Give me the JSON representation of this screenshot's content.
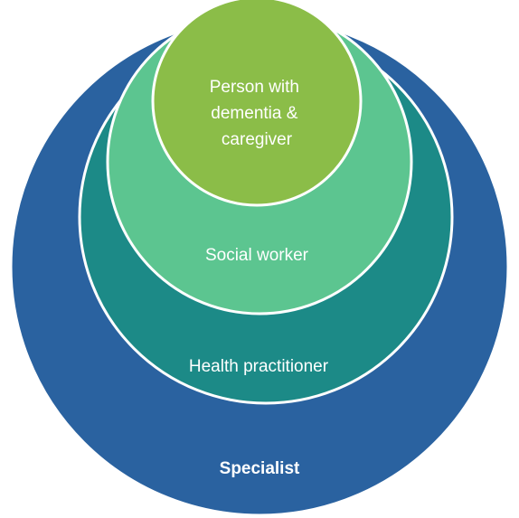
{
  "diagram": {
    "layers": [
      {
        "id": "specialist",
        "label": "Specialist",
        "color": "#2a62a0"
      },
      {
        "id": "health-practitioner",
        "label": "Health practitioner",
        "color": "#1c8a87"
      },
      {
        "id": "social-worker",
        "label": "Social worker",
        "color": "#5cc590"
      },
      {
        "id": "person-with-dementia-caregiver",
        "label_lines": [
          "Person with",
          "dementia &",
          "caregiver"
        ],
        "color": "#8bbd48"
      }
    ],
    "outline_color": "#ffffff"
  }
}
